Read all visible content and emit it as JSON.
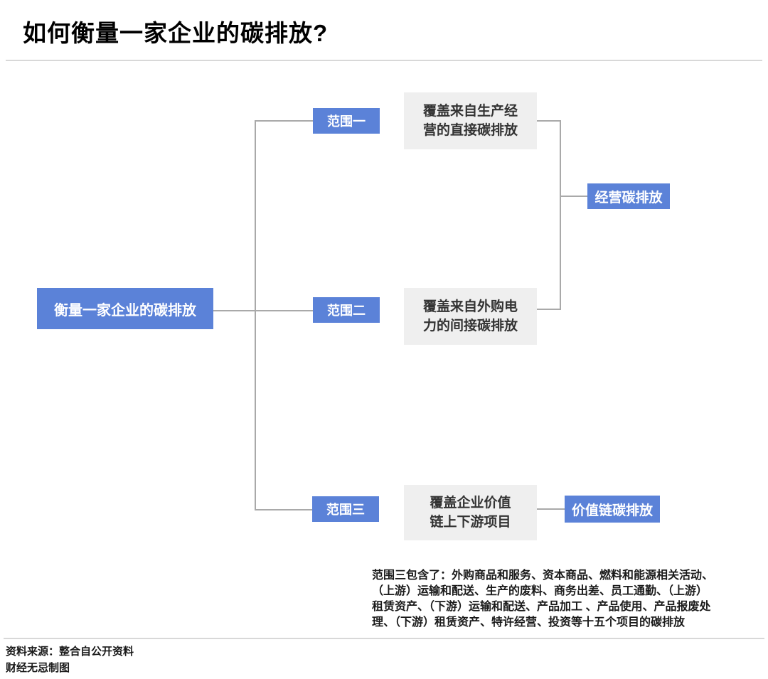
{
  "page": {
    "title": "如何衡量一家企业的碳排放?"
  },
  "diagram": {
    "root_label": "衡量一家企业的碳排放",
    "scopes": [
      {
        "label": "范围一",
        "description": "覆盖来自生产经\n营的直接碳排放"
      },
      {
        "label": "范围二",
        "description": "覆盖来自外购电\n力的间接碳排放"
      },
      {
        "label": "范围三",
        "description": "覆盖企业价值\n链上下游项目"
      }
    ],
    "outcomes": [
      {
        "label": "经营碳排放"
      },
      {
        "label": "价值链碳排放"
      }
    ],
    "note": "范围三包含了：外购商品和服务、资本商品、燃料和能源相关活动、\n（上游）运输和配送、生产的废料、商务出差、员工通勤、（上游）\n租赁资产、（下游）运输和配送、产品加工 、产品使用、产品报废处\n理、（下游）租赁资产、特许经营、投资等十五个项目的碳排放"
  },
  "footer": {
    "source": "资料来源：整合自公开资料",
    "credit": "财经无忌制图"
  },
  "colors": {
    "accent_blue": "#5b82d8",
    "box_gray": "#efefef",
    "line_gray": "#a9a9a9"
  }
}
